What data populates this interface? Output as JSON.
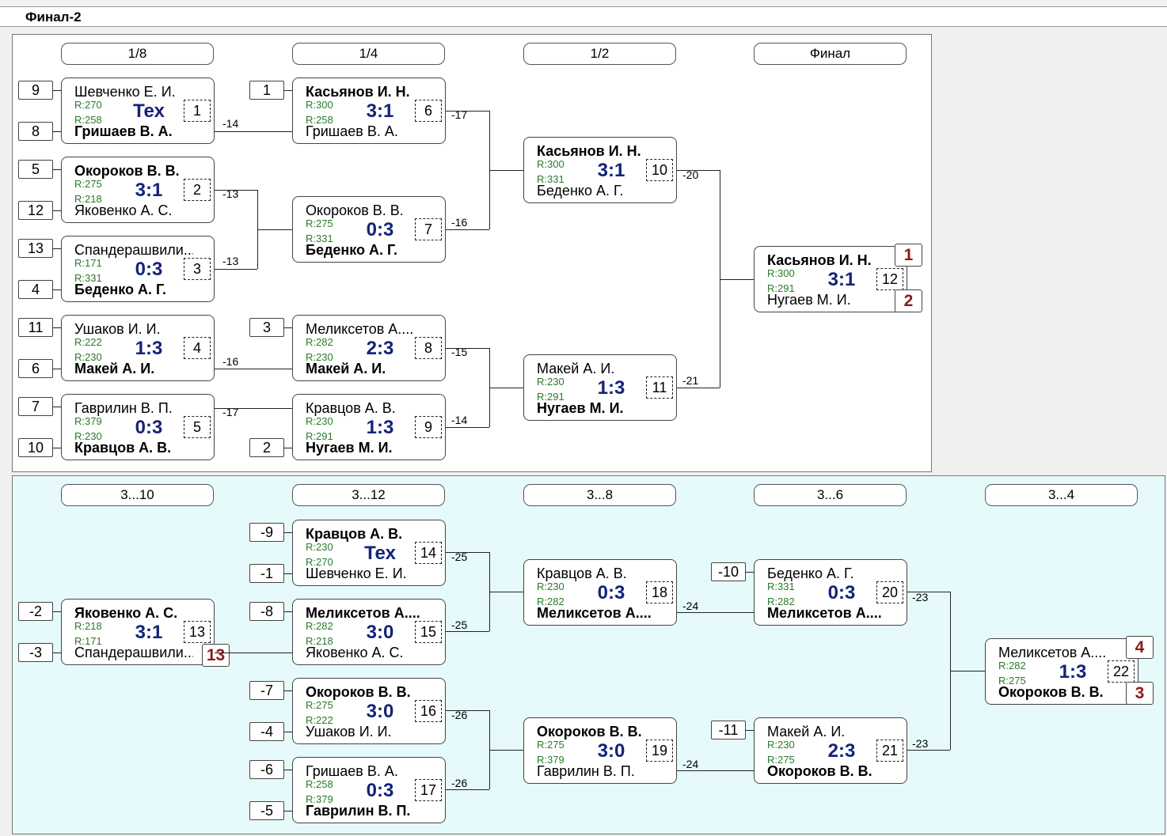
{
  "page_title": "Финал-2",
  "main": {
    "rounds": [
      "1/8",
      "1/4",
      "1/2",
      "Финал"
    ],
    "matches": [
      {
        "id": "m1",
        "num": "1",
        "p1": "Шевченко Е. И.",
        "r1": "R:270",
        "p2": "Гришаев В. А.",
        "r2": "R:258",
        "score": "Тех",
        "winner": 2,
        "loser_to": "-14",
        "seed_top": "9",
        "seed_bot": "8"
      },
      {
        "id": "m2",
        "num": "2",
        "p1": "Окороков В. В.",
        "r1": "R:275",
        "p2": "Яковенко А. С.",
        "r2": "R:218",
        "score": "3:1",
        "winner": 1,
        "loser_to": "-13",
        "seed_top": "5",
        "seed_bot": "12"
      },
      {
        "id": "m3",
        "num": "3",
        "p1": "Спандерашвили...",
        "r1": "R:171",
        "p2": "Беденко А. Г.",
        "r2": "R:331",
        "score": "0:3",
        "winner": 2,
        "loser_to": "-13",
        "seed_top": "13",
        "seed_bot": "4"
      },
      {
        "id": "m4",
        "num": "4",
        "p1": "Ушаков И. И.",
        "r1": "R:222",
        "p2": "Макей А. И.",
        "r2": "R:230",
        "score": "1:3",
        "winner": 2,
        "loser_to": "-16",
        "seed_top": "11",
        "seed_bot": "6"
      },
      {
        "id": "m5",
        "num": "5",
        "p1": "Гаврилин В. П.",
        "r1": "R:379",
        "p2": "Кравцов А. В.",
        "r2": "R:230",
        "score": "0:3",
        "winner": 2,
        "loser_to": "-17",
        "seed_top": "7",
        "seed_bot": "10"
      },
      {
        "id": "m6",
        "num": "6",
        "p1": "Касьянов И. Н.",
        "r1": "R:300",
        "p2": "Гришаев В. А.",
        "r2": "R:258",
        "score": "3:1",
        "winner": 1,
        "loser_to": "-17",
        "seed_top": "1"
      },
      {
        "id": "m7",
        "num": "7",
        "p1": "Окороков В. В.",
        "r1": "R:275",
        "p2": "Беденко А. Г.",
        "r2": "R:331",
        "score": "0:3",
        "winner": 2,
        "loser_to": "-16"
      },
      {
        "id": "m8",
        "num": "8",
        "p1": "Меликсетов А....",
        "r1": "R:282",
        "p2": "Макей А. И.",
        "r2": "R:230",
        "score": "2:3",
        "winner": 2,
        "loser_to": "-15",
        "seed_top": "3"
      },
      {
        "id": "m9",
        "num": "9",
        "p1": "Кравцов А. В.",
        "r1": "R:230",
        "p2": "Нугаев М. И.",
        "r2": "R:291",
        "score": "1:3",
        "winner": 2,
        "loser_to": "-14",
        "seed_bot": "2"
      },
      {
        "id": "m10",
        "num": "10",
        "p1": "Касьянов И. Н.",
        "r1": "R:300",
        "p2": "Беденко А. Г.",
        "r2": "R:331",
        "score": "3:1",
        "winner": 1,
        "loser_to": "-20"
      },
      {
        "id": "m11",
        "num": "11",
        "p1": "Макей А. И.",
        "r1": "R:230",
        "p2": "Нугаев М. И.",
        "r2": "R:291",
        "score": "1:3",
        "winner": 2,
        "loser_to": "-21"
      },
      {
        "id": "m12",
        "num": "12",
        "p1": "Касьянов И. Н.",
        "r1": "R:300",
        "p2": "Нугаев М. И.",
        "r2": "R:291",
        "score": "3:1",
        "winner": 1,
        "place_top": "1",
        "place_bot": "2"
      }
    ]
  },
  "consolation": {
    "rounds": [
      "3...10",
      "3...12",
      "3...8",
      "3...6",
      "3...4"
    ],
    "matches": [
      {
        "id": "m13",
        "num": "13",
        "p1": "Яковенко А. С.",
        "r1": "R:218",
        "p2": "Спандерашвили...",
        "r2": "R:171",
        "score": "3:1",
        "winner": 1,
        "seed_top": "-2",
        "seed_bot": "-3",
        "place_bot": "13"
      },
      {
        "id": "m14",
        "num": "14",
        "p1": "Кравцов А. В.",
        "r1": "R:230",
        "p2": "Шевченко Е. И.",
        "r2": "R:270",
        "score": "Тех",
        "winner": 1,
        "loser_to": "-25",
        "seed_top": "-9",
        "seed_bot": "-1"
      },
      {
        "id": "m15",
        "num": "15",
        "p1": "Меликсетов А....",
        "r1": "R:282",
        "p2": "Яковенко А. С.",
        "r2": "R:218",
        "score": "3:0",
        "winner": 1,
        "loser_to": "-25",
        "seed_top": "-8"
      },
      {
        "id": "m16",
        "num": "16",
        "p1": "Окороков В. В.",
        "r1": "R:275",
        "p2": "Ушаков И. И.",
        "r2": "R:222",
        "score": "3:0",
        "winner": 1,
        "loser_to": "-26",
        "seed_top": "-7",
        "seed_bot": "-4"
      },
      {
        "id": "m17",
        "num": "17",
        "p1": "Гришаев В. А.",
        "r1": "R:258",
        "p2": "Гаврилин В. П.",
        "r2": "R:379",
        "score": "0:3",
        "winner": 2,
        "loser_to": "-26",
        "seed_top": "-6",
        "seed_bot": "-5"
      },
      {
        "id": "m18",
        "num": "18",
        "p1": "Кравцов А. В.",
        "r1": "R:230",
        "p2": "Меликсетов А....",
        "r2": "R:282",
        "score": "0:3",
        "winner": 2,
        "loser_to": "-24"
      },
      {
        "id": "m19",
        "num": "19",
        "p1": "Окороков В. В.",
        "r1": "R:275",
        "p2": "Гаврилин В. П.",
        "r2": "R:379",
        "score": "3:0",
        "winner": 1,
        "loser_to": "-24"
      },
      {
        "id": "m20",
        "num": "20",
        "p1": "Беденко А. Г.",
        "r1": "R:331",
        "p2": "Меликсетов А....",
        "r2": "R:282",
        "score": "0:3",
        "winner": 2,
        "loser_to": "-23",
        "seed_top": "-10"
      },
      {
        "id": "m21",
        "num": "21",
        "p1": "Макей А. И.",
        "r1": "R:230",
        "p2": "Окороков В. В.",
        "r2": "R:275",
        "score": "2:3",
        "winner": 2,
        "loser_to": "-23",
        "seed_top": "-11"
      },
      {
        "id": "m22",
        "num": "22",
        "p1": "Меликсетов А....",
        "r1": "R:282",
        "p2": "Окороков В. В.",
        "r2": "R:275",
        "score": "1:3",
        "winner": 2,
        "place_top": "4",
        "place_bot": "3"
      }
    ]
  }
}
